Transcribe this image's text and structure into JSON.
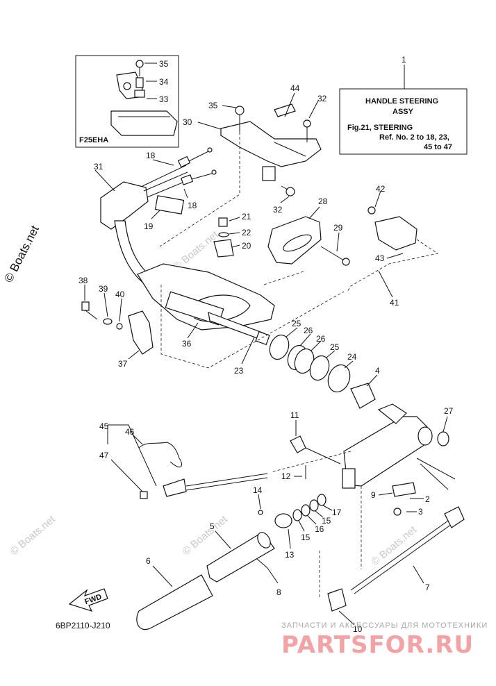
{
  "diagram": {
    "code": "6BP2110-J210",
    "inset_label": "F25EHA",
    "ref_box": {
      "line1": "HANDLE STEERING",
      "line2": "ASSY",
      "line3": "Fig.21, STEERING",
      "line4": "Ref. No. 2 to 18, 23,",
      "line5": "45 to 47"
    },
    "fwd_label": "FWD",
    "part_numbers": [
      "1",
      "2",
      "3",
      "4",
      "5",
      "6",
      "7",
      "8",
      "9",
      "10",
      "11",
      "12",
      "13",
      "14",
      "15",
      "16",
      "17",
      "18",
      "19",
      "20",
      "21",
      "22",
      "23",
      "24",
      "25",
      "26",
      "27",
      "28",
      "29",
      "30",
      "31",
      "32",
      "33",
      "34",
      "35",
      "36",
      "37",
      "38",
      "39",
      "40",
      "41",
      "42",
      "43",
      "44",
      "45",
      "46",
      "47"
    ]
  },
  "watermarks": {
    "side": "© Boats.net",
    "faint": "© Boats.net"
  },
  "branding": {
    "tagline": "ЗАПЧАСТИ И АКСЕССУАРЫ ДЛЯ МОТОТЕХНИКИ",
    "logo": "PARTSFOR.RU",
    "logo_color": "#f3a2a5"
  }
}
